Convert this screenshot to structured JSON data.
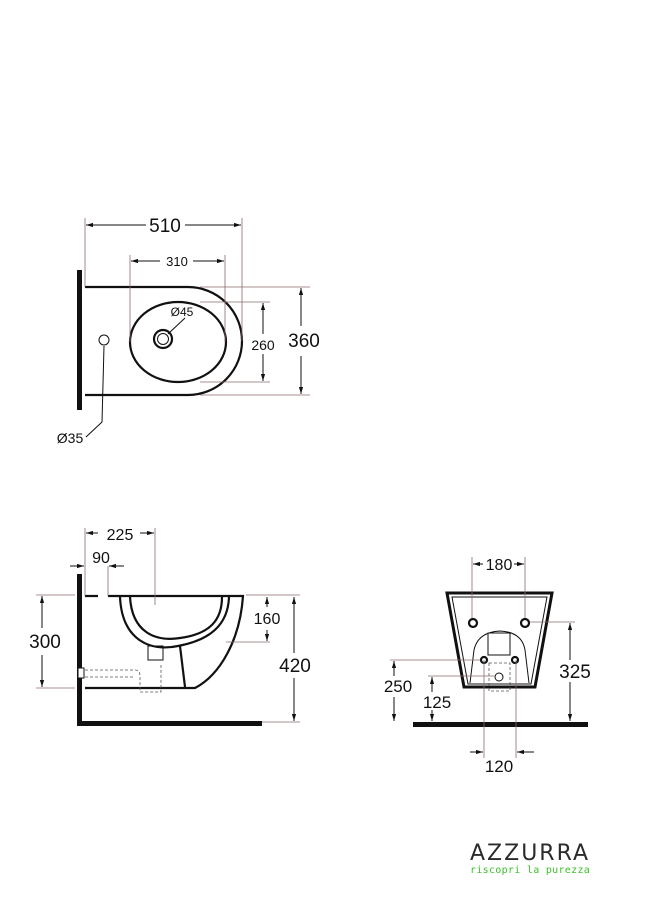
{
  "top_view": {
    "width": "510",
    "bowl_width": "310",
    "bowl_depth": "260",
    "depth": "360",
    "drain_diameter": "Ø45",
    "tap_hole_diameter": "Ø35"
  },
  "side_view": {
    "bowl_center": "225",
    "tap_hole_offset": "90",
    "fixing_height": "300",
    "bowl_depth": "160",
    "height": "420"
  },
  "front_view": {
    "fixing_spacing": "180",
    "fixing_height": "325",
    "supply_height": "250",
    "waste_height": "125",
    "waste_spacing": "120"
  },
  "brand": {
    "name": "AZZURRA",
    "tagline": "riscopri la purezza",
    "tagline_color": "#3cc12a"
  }
}
